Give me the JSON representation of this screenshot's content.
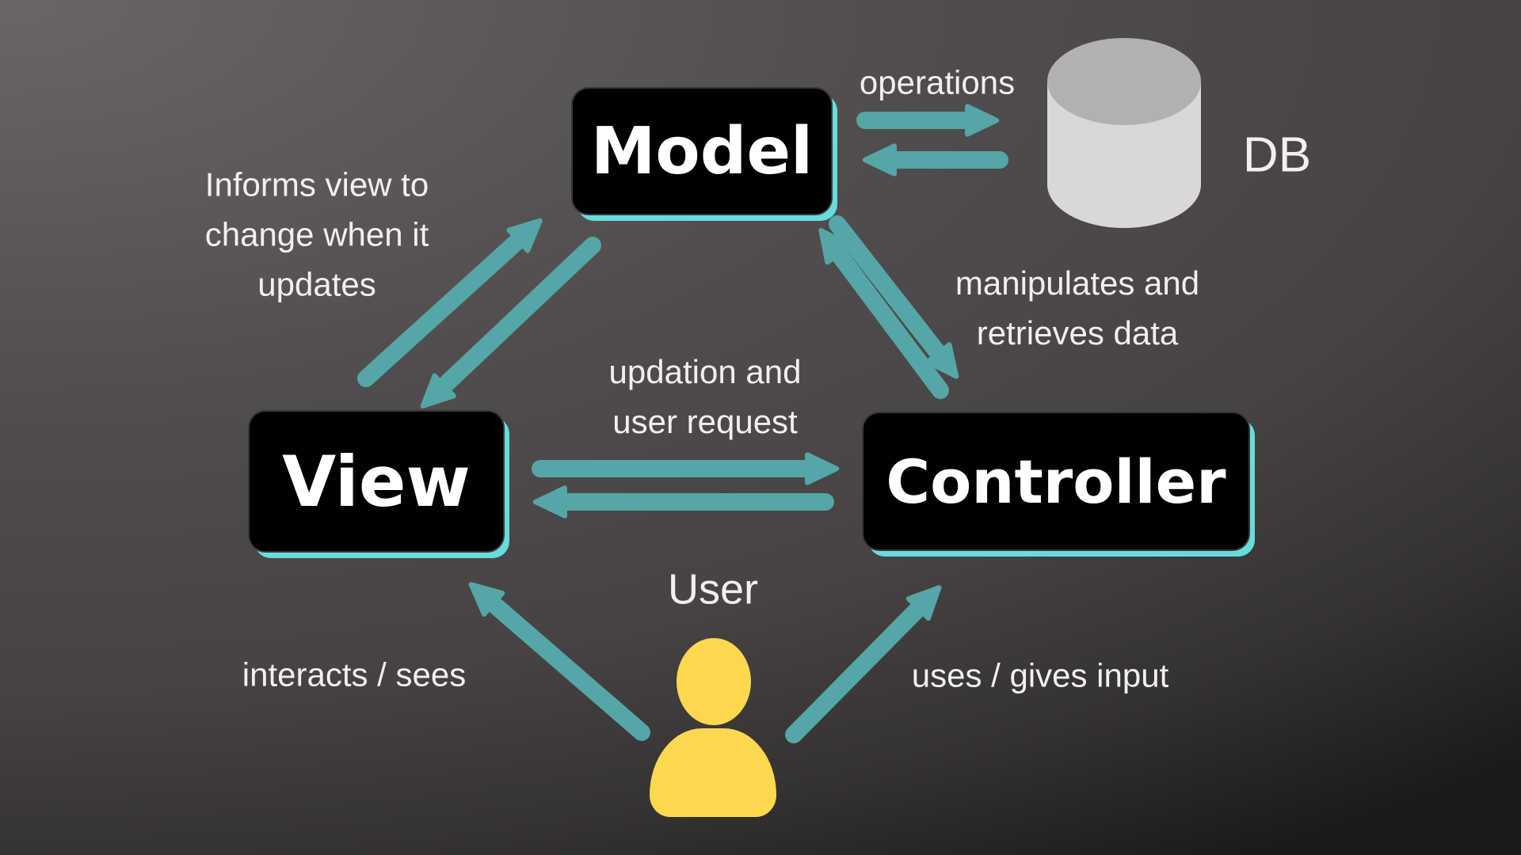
{
  "diagram": {
    "nodes": {
      "model": {
        "label": "Model"
      },
      "view": {
        "label": "View"
      },
      "controller": {
        "label": "Controller"
      },
      "db": {
        "label": "DB"
      },
      "user": {
        "label": "User"
      }
    },
    "labels": {
      "operations": {
        "text": "operations"
      },
      "informs": {
        "lines": [
          "Informs view to",
          "change when it",
          "updates"
        ]
      },
      "manipulates": {
        "lines": [
          "manipulates and",
          "retrieves data"
        ]
      },
      "updation": {
        "lines": [
          "updation and",
          "user request"
        ]
      },
      "interacts": {
        "text": "interacts / sees"
      },
      "uses": {
        "text": "uses / gives input"
      }
    },
    "colors": {
      "arrow": "#55a6a7",
      "box_fill": "#010101",
      "box_glow": "#68dcdc",
      "db_top": "#b2b0b0",
      "db_body": "#d9d7d7",
      "user_icon": "#fbd84e",
      "annotation_text": "#f1efef",
      "node_text": "#ffffff"
    }
  }
}
